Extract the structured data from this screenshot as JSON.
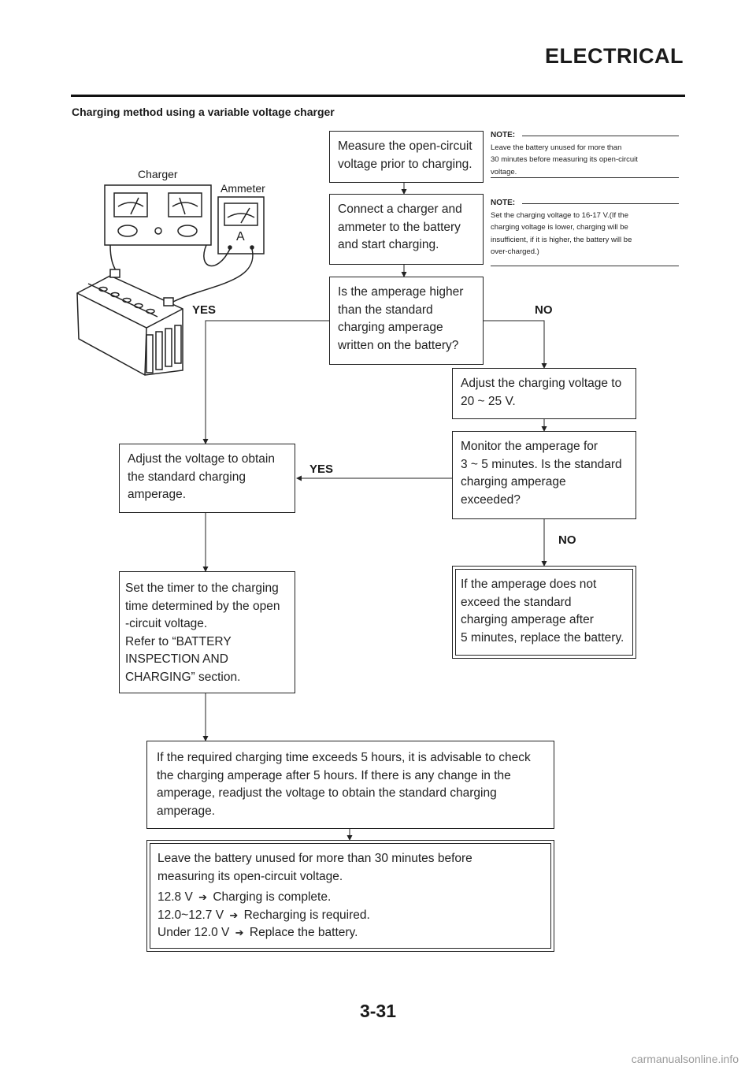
{
  "header": {
    "title": "ELECTRICAL"
  },
  "section_title": "Charging method using a variable voltage charger",
  "illustration": {
    "charger_label": "Charger",
    "ammeter_label": "Ammeter",
    "ammeter_glyph": "A"
  },
  "notes": [
    {
      "label": "NOTE:",
      "lines": [
        "Leave the battery unused for more than",
        "30 minutes before measuring its open-circuit",
        "voltage."
      ]
    },
    {
      "label": "NOTE:",
      "lines": [
        "Set the charging voltage to 16-17 V.(If the",
        "charging voltage is lower, charging will be",
        "insufficient, if it is higher, the battery will be",
        "over-charged.)"
      ]
    }
  ],
  "steps": {
    "measure": [
      "Measure the open-circuit",
      "voltage prior to charging."
    ],
    "connect": [
      "Connect a charger and",
      "ammeter to the battery",
      "and start charging."
    ],
    "question1": [
      "Is the amperage higher",
      "than the standard",
      "charging amperage",
      "written on the battery?"
    ],
    "adjust_20_25": [
      "Adjust the charging voltage to",
      "20 ~ 25 V."
    ],
    "monitor": [
      "Monitor the amperage for",
      "3 ~ 5 minutes. Is the standard",
      "charging amperage",
      "exceeded?"
    ],
    "adjust_obtain": [
      "Adjust the voltage to obtain",
      "the standard charging",
      "amperage."
    ],
    "replace": [
      "If the amperage does not",
      "exceed the standard",
      "charging amperage after",
      "5 minutes, replace the battery."
    ],
    "timer": [
      "Set the timer to the charging",
      "time determined by the open",
      "-circuit voltage.",
      "Refer to “BATTERY",
      "INSPECTION AND",
      "CHARGING” section."
    ],
    "required_time": [
      "If the required charging time exceeds 5 hours, it is advisable to check",
      "the charging amperage after 5 hours. If there is any change in the",
      "amperage, readjust the voltage to obtain the standard charging",
      "amperage."
    ],
    "final_intro": [
      "Leave the battery unused for more than 30 minutes before",
      "measuring its open-circuit voltage."
    ],
    "final_results": [
      {
        "voltage": "12.8 V",
        "arrow": "➔",
        "result": "Charging is complete."
      },
      {
        "voltage": "12.0~12.7 V",
        "arrow": "➔",
        "result": "Recharging is required."
      },
      {
        "voltage": "Under 12.0 V",
        "arrow": "➔",
        "result": "Replace the battery."
      }
    ]
  },
  "branch_labels": {
    "yes1": "YES",
    "no1": "NO",
    "yes2": "YES",
    "no2": "NO"
  },
  "footer": {
    "page_number": "3-31",
    "watermark": "carmanualsonline.info"
  }
}
